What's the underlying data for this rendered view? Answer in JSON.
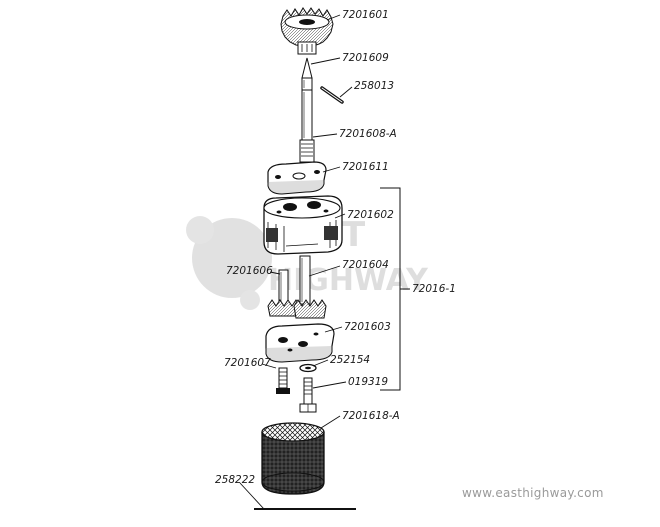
{
  "diagram": {
    "parts": [
      {
        "id": "gear-top",
        "label": "7201601"
      },
      {
        "id": "shaft-tip",
        "label": "7201609"
      },
      {
        "id": "pin",
        "label": "258013"
      },
      {
        "id": "shaft",
        "label": "7201608-A"
      },
      {
        "id": "top-cover",
        "label": "7201611"
      },
      {
        "id": "pump-body",
        "label": "7201602"
      },
      {
        "id": "idler-gear",
        "label": "7201606"
      },
      {
        "id": "drive-gear",
        "label": "7201604"
      },
      {
        "id": "bottom-cover",
        "label": "7201603"
      },
      {
        "id": "plug",
        "label": "7201607"
      },
      {
        "id": "washer",
        "label": "252154"
      },
      {
        "id": "bolt",
        "label": "019319"
      },
      {
        "id": "screen",
        "label": "7201618-A"
      },
      {
        "id": "wire",
        "label": "258222"
      }
    ],
    "assembly_label": "72016-1",
    "watermark_text": "www.easthighway.com",
    "logo_lines": [
      "EAST",
      "HIGHWAY"
    ]
  }
}
